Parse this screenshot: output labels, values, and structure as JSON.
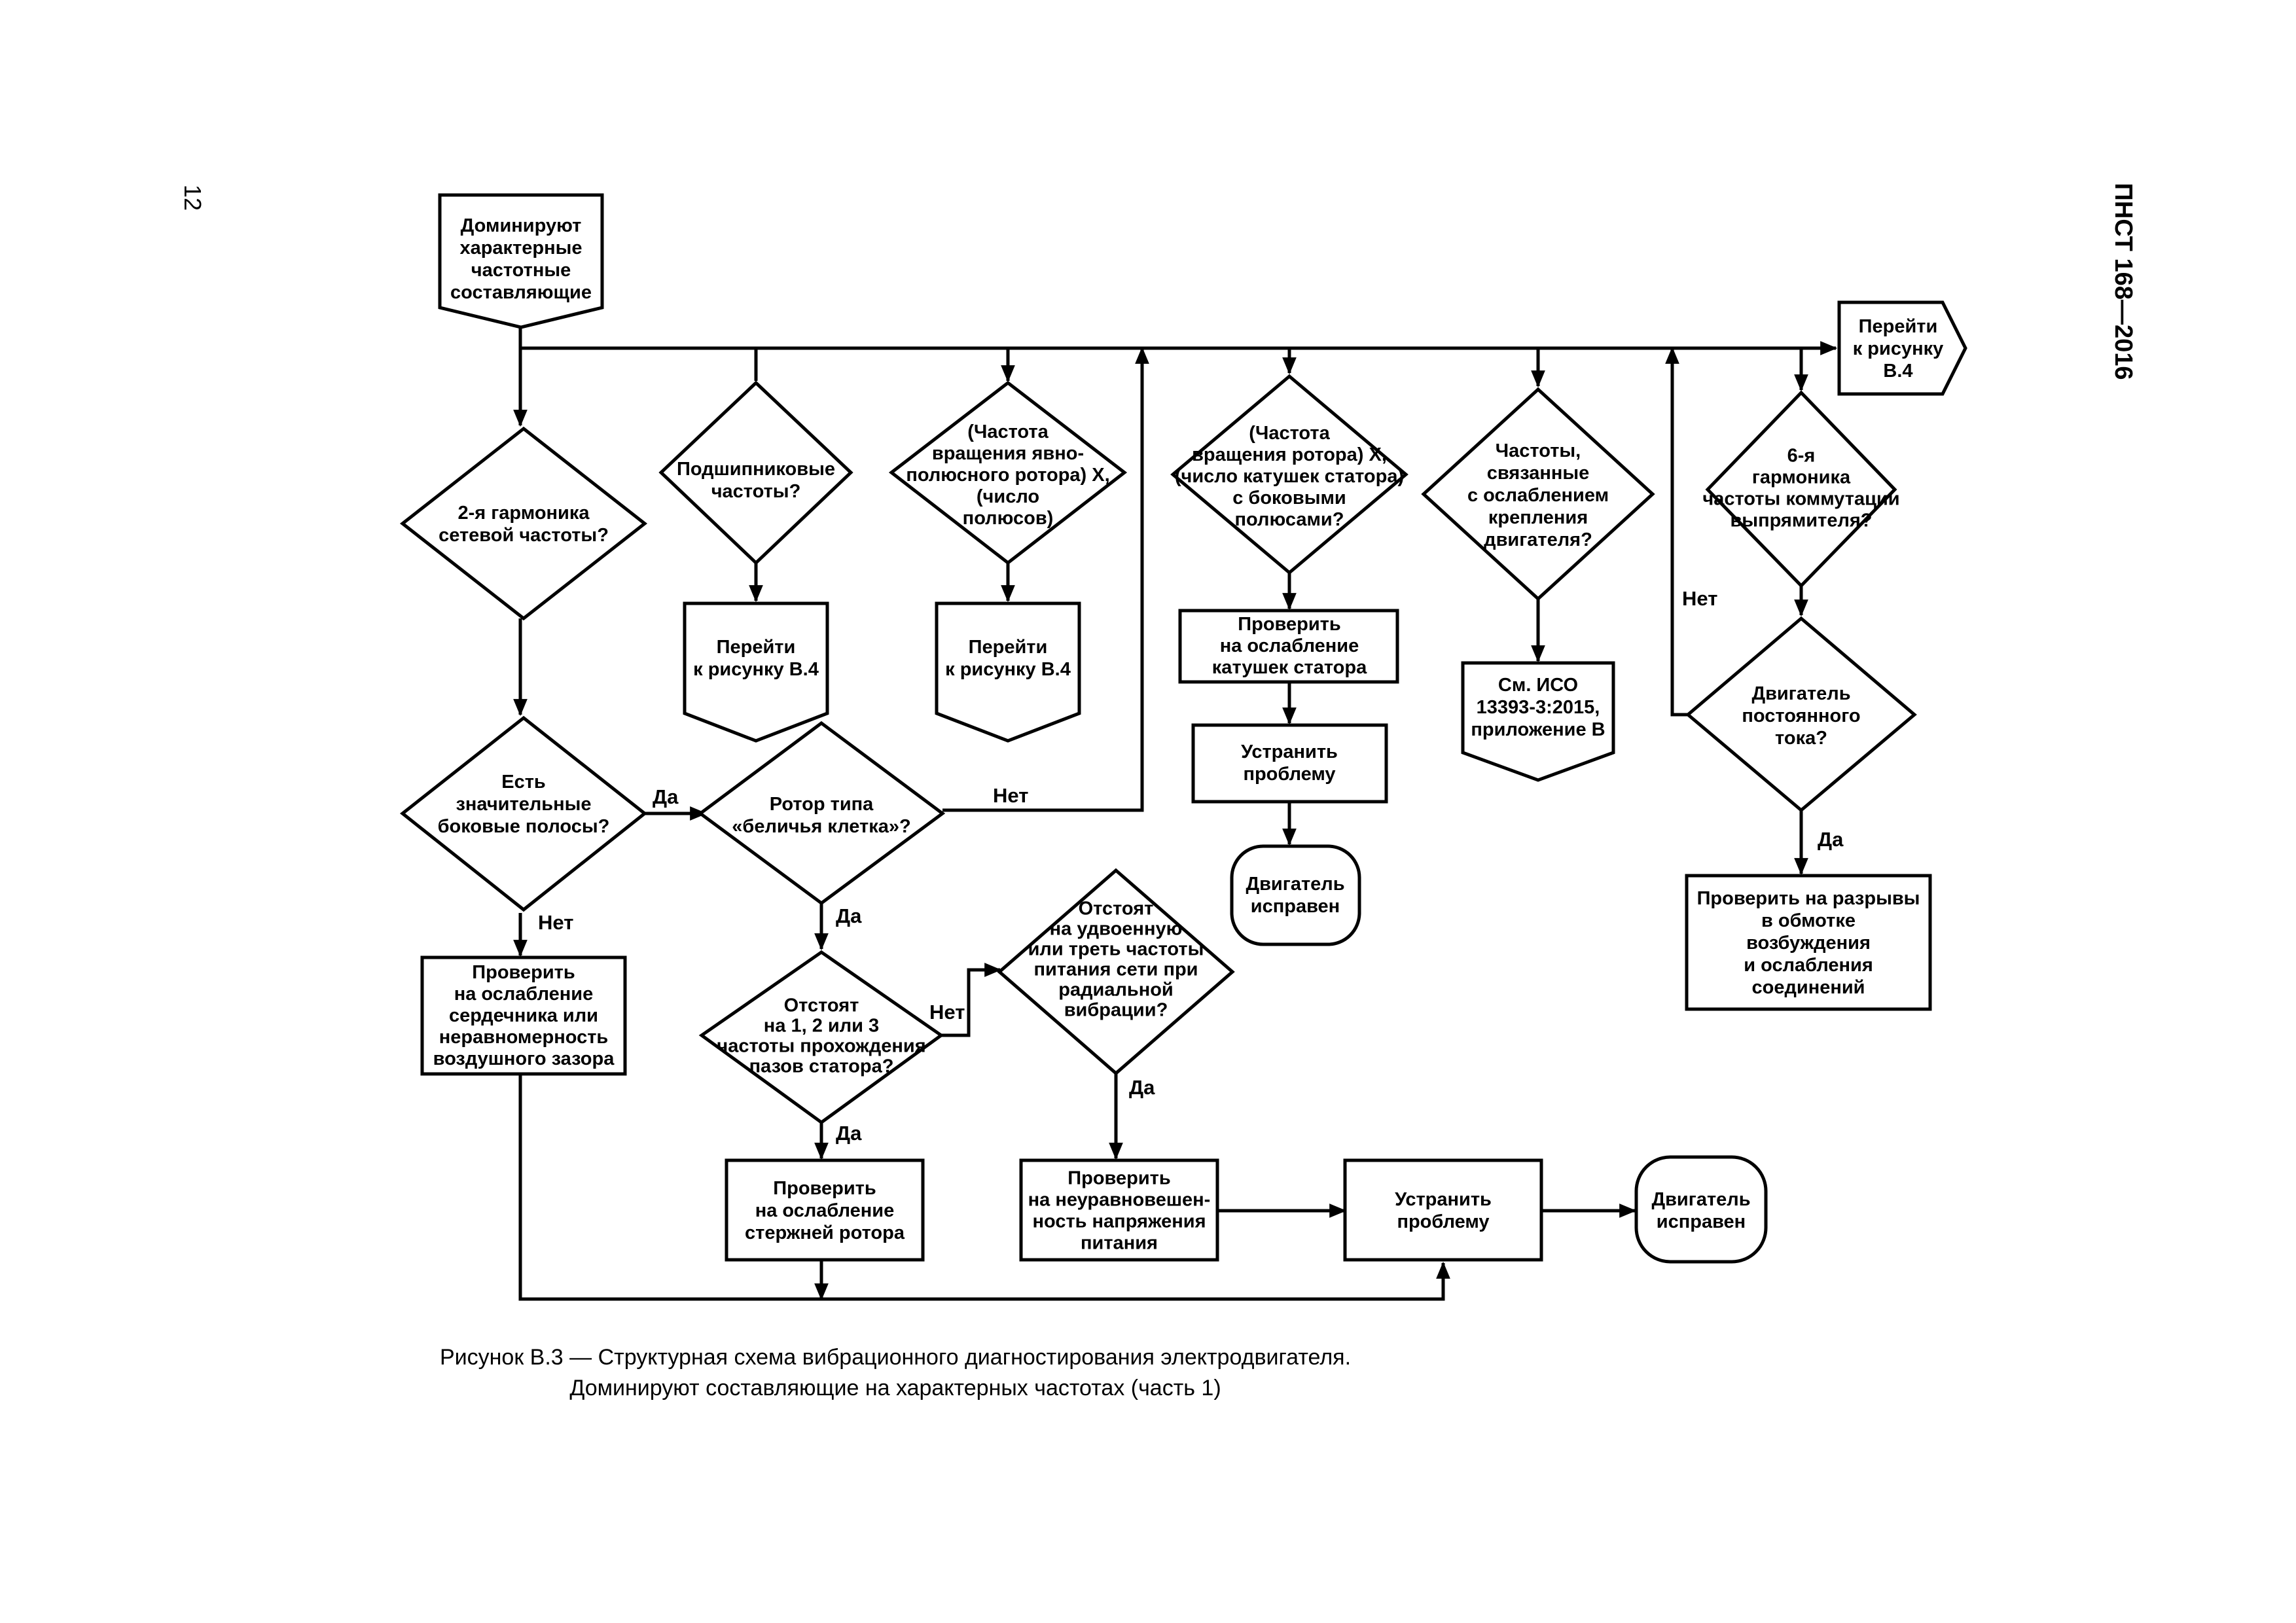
{
  "page": {
    "number": "12",
    "standard": "ПНСТ 168—2016"
  },
  "caption": [
    "Рисунок В.3 — Структурная схема вибрационного диагностирования электродвигателя.",
    "Доминируют составляющие на характерных частотах (часть 1)"
  ],
  "labels": {
    "yes": "Да",
    "no": "Нет"
  },
  "nodes": {
    "start": [
      "Доминируют",
      "характерные",
      "частотные",
      "составляющие"
    ],
    "goto_b4_top": [
      "Перейти",
      "к рисунку",
      "В.4"
    ],
    "q_2nd_harmonic": [
      "2-я гармоника",
      "сетевой частоты?"
    ],
    "q_bearing": [
      "Подшипниковые",
      "частоты?"
    ],
    "goto_b4_bearing": [
      "Перейти",
      "к рисунку В.4"
    ],
    "q_salient_pole": [
      "(Частота",
      "вращения явно-",
      "полюсного ротора) X,",
      "(число",
      "полюсов)"
    ],
    "goto_b4_pole": [
      "Перейти",
      "к рисунку В.4"
    ],
    "q_stator_coils": [
      "(Частота",
      "вращения ротора) X,",
      "(число катушек статора)",
      "с боковыми",
      "полюсами?"
    ],
    "check_stator_coils": [
      "Проверить",
      "на ослабление",
      "катушек статора"
    ],
    "fix_1": [
      "Устранить",
      "проблему"
    ],
    "ok_1": [
      "Двигатель",
      "исправен"
    ],
    "q_mounting": [
      "Частоты,",
      "связанные",
      "с ослаблением",
      "крепления",
      "двигателя?"
    ],
    "see_iso": [
      "См. ИСО",
      "13393-3:2015,",
      "приложение В"
    ],
    "q_6th_harmonic": [
      "6-я",
      "гармоника",
      "частоты коммутации",
      "выпрямителя?"
    ],
    "q_dc_motor": [
      "Двигатель",
      "постоянного",
      "тока?"
    ],
    "check_field_winding": [
      "Проверить на разрывы",
      "в обмотке",
      "возбуждения",
      "и ослабления",
      "соединений"
    ],
    "q_sidebands": [
      "Есть",
      "значительные",
      "боковые полосы?"
    ],
    "check_core": [
      "Проверить",
      "на ослабление",
      "сердечника или",
      "неравномерность",
      "воздушного зазора"
    ],
    "q_squirrel": [
      "Ротор типа",
      "«беличья клетка»?"
    ],
    "q_stator_slots": [
      "Отстоят",
      "на 1, 2 или 3",
      "частоты прохождения",
      "пазов статора?"
    ],
    "check_rotor_bars": [
      "Проверить",
      "на ослабление",
      "стержней ротора"
    ],
    "q_double_freq": [
      "Отстоят",
      "на удвоенную",
      "или треть частоты",
      "питания сети при",
      "радиальной",
      "вибрации?"
    ],
    "check_voltage": [
      "Проверить",
      "на неуравновешен-",
      "ность напряжения",
      "питания"
    ],
    "fix_2": [
      "Устранить",
      "проблему"
    ],
    "ok_2": [
      "Двигатель",
      "исправен"
    ]
  },
  "colors": {
    "stroke": "#000000",
    "fill": "#ffffff"
  }
}
